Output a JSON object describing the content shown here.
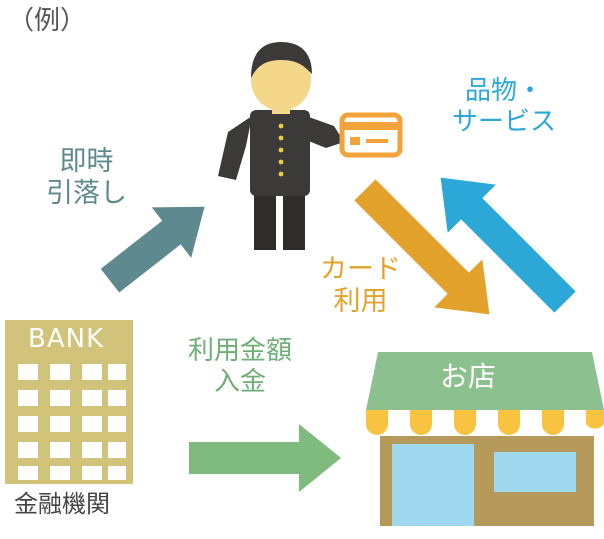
{
  "labels": {
    "example": "（例）",
    "debit_line1": "即時",
    "debit_line2": "引落し",
    "goods_line1": "品物・",
    "goods_line2": "サービス",
    "card_line1": "カード",
    "card_line2": "利用",
    "deposit_line1": "利用金額",
    "deposit_line2": "入金",
    "bank_name": "金融機関",
    "bank_sign": "BANK",
    "shop_sign": "お店"
  },
  "colors": {
    "debit_arrow": "#5e8a8f",
    "goods_arrow": "#2ba8d8",
    "card_arrow": "#e3a22b",
    "deposit_arrow": "#7fbb7f",
    "bank_building": "#d1c37a",
    "shop_awning": "#8cc08e",
    "shop_body": "#b59a5c",
    "person_suit": "#3b3a38",
    "person_skin": "#f5d789",
    "card": "#f2a33a"
  },
  "icons": [
    "person-icon",
    "credit-card-icon",
    "bank-building-icon",
    "shop-icon"
  ]
}
